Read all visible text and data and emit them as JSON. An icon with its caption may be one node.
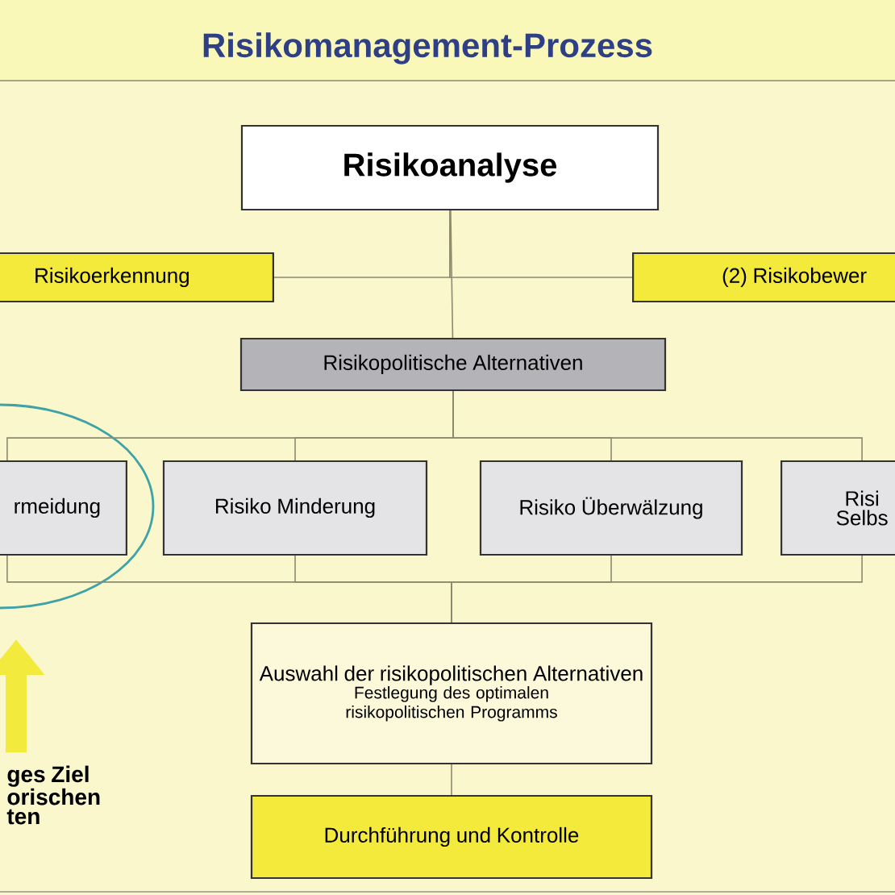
{
  "diagram": {
    "title": "Risikomanagement-Prozess",
    "nodes": [
      {
        "text": [
          "Risikoanalyse"
        ]
      },
      {
        "text": [
          "Risikoerkennung"
        ]
      },
      {
        "text": [
          "(2) Risikobewer"
        ]
      },
      {
        "text": [
          "Risikopolitische Alternativen"
        ]
      },
      {
        "text": [
          "rmeidung"
        ]
      },
      {
        "text": [
          "Risiko Minderung"
        ]
      },
      {
        "text": [
          "Risiko Überwälzung"
        ]
      },
      {
        "text": [
          "Risi Selbs"
        ]
      },
      {
        "text": [
          "Auswahl der risikopolitischen Alternativen",
          "Festlegung des optimalen risikopolitischen Programms"
        ]
      },
      {
        "text": [
          "Durchführung und Kontrolle"
        ]
      },
      {
        "text": [
          "ges Ziel orischen ten"
        ]
      }
    ],
    "edges": [
      {
        "from": 0,
        "to": 1,
        "arrow": "none"
      },
      {
        "from": 0,
        "to": 2,
        "arrow": "none"
      },
      {
        "from": 0,
        "to": 3,
        "arrow": "none"
      },
      {
        "from": 3,
        "to": 4,
        "arrow": "none"
      },
      {
        "from": 3,
        "to": 5,
        "arrow": "none"
      },
      {
        "from": 3,
        "to": 6,
        "arrow": "none"
      },
      {
        "from": 3,
        "to": 7,
        "arrow": "none"
      },
      {
        "from": 4,
        "to": 8,
        "arrow": "none"
      },
      {
        "from": 5,
        "to": 8,
        "arrow": "none"
      },
      {
        "from": 6,
        "to": 8,
        "arrow": "none"
      },
      {
        "from": 7,
        "to": 8,
        "arrow": "none"
      },
      {
        "from": 8,
        "to": 9,
        "arrow": "none"
      },
      {
        "from": 10,
        "to": 4,
        "arrow": "to",
        "style": "thick",
        "color": "#f2ea3c"
      }
    ]
  }
}
